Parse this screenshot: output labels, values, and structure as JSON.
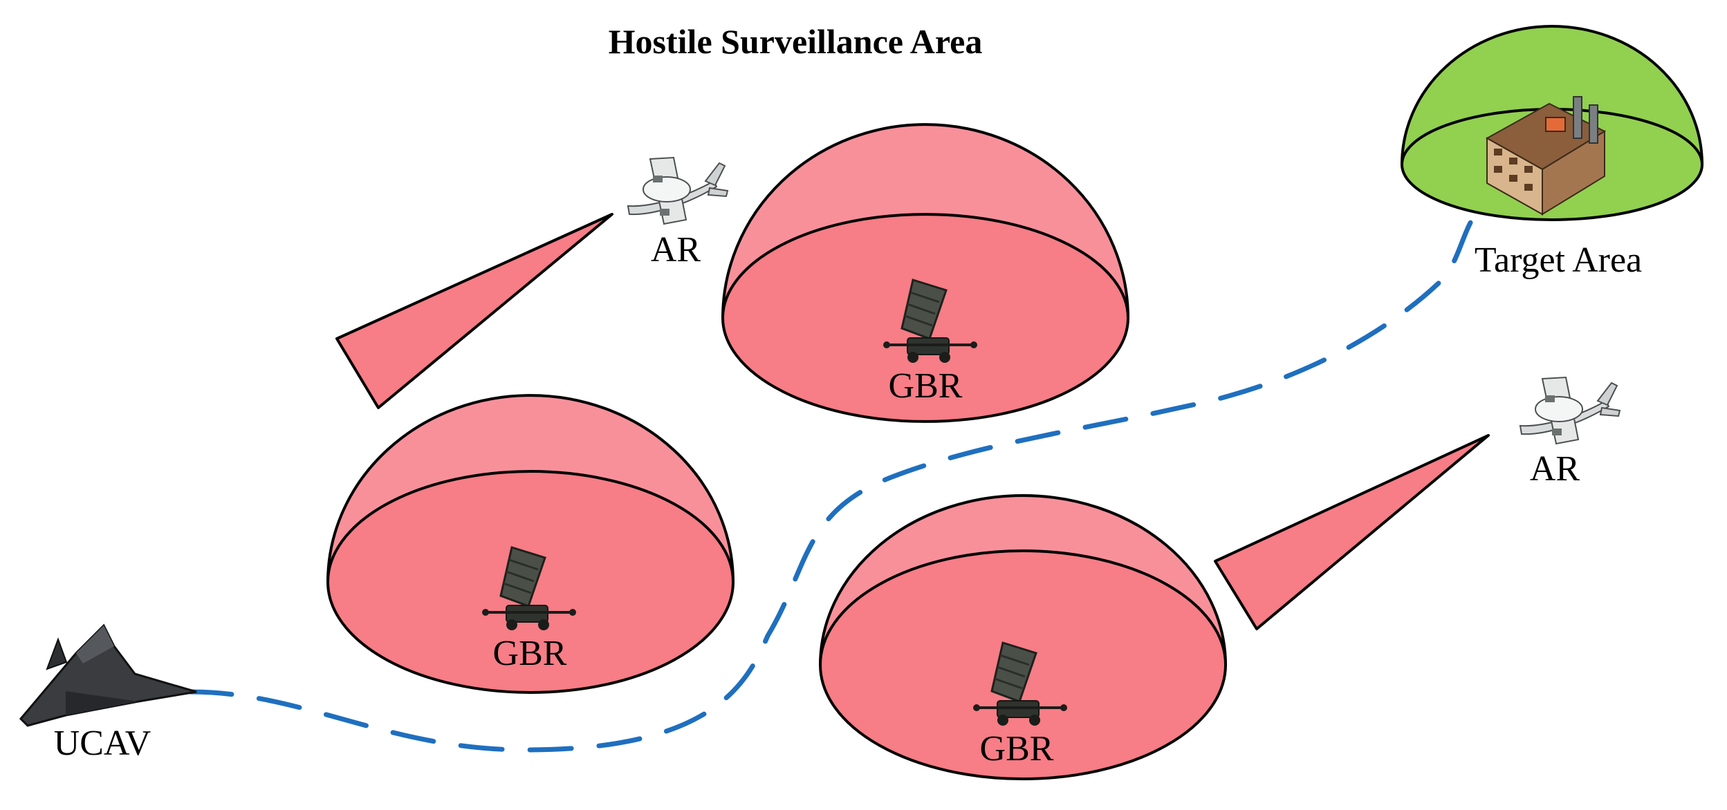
{
  "title": "Hostile Surveillance Area",
  "labels": {
    "ar_top": "AR",
    "ar_right": "AR",
    "gbr_top": "GBR",
    "gbr_left": "GBR",
    "gbr_bottom": "GBR",
    "target": "Target Area",
    "ucav": "UCAV"
  },
  "colors": {
    "radar_dome_upper": "#f8909a",
    "radar_dome_lower": "#f77d86",
    "target_dome": "#92d050",
    "flight_path": "#1f6fbf",
    "beam": "#f77d86"
  },
  "icons": {
    "aircraft": "awacs-aircraft-icon",
    "radar": "ground-radar-icon",
    "factory": "factory-icon",
    "drone": "ucav-drone-icon"
  }
}
